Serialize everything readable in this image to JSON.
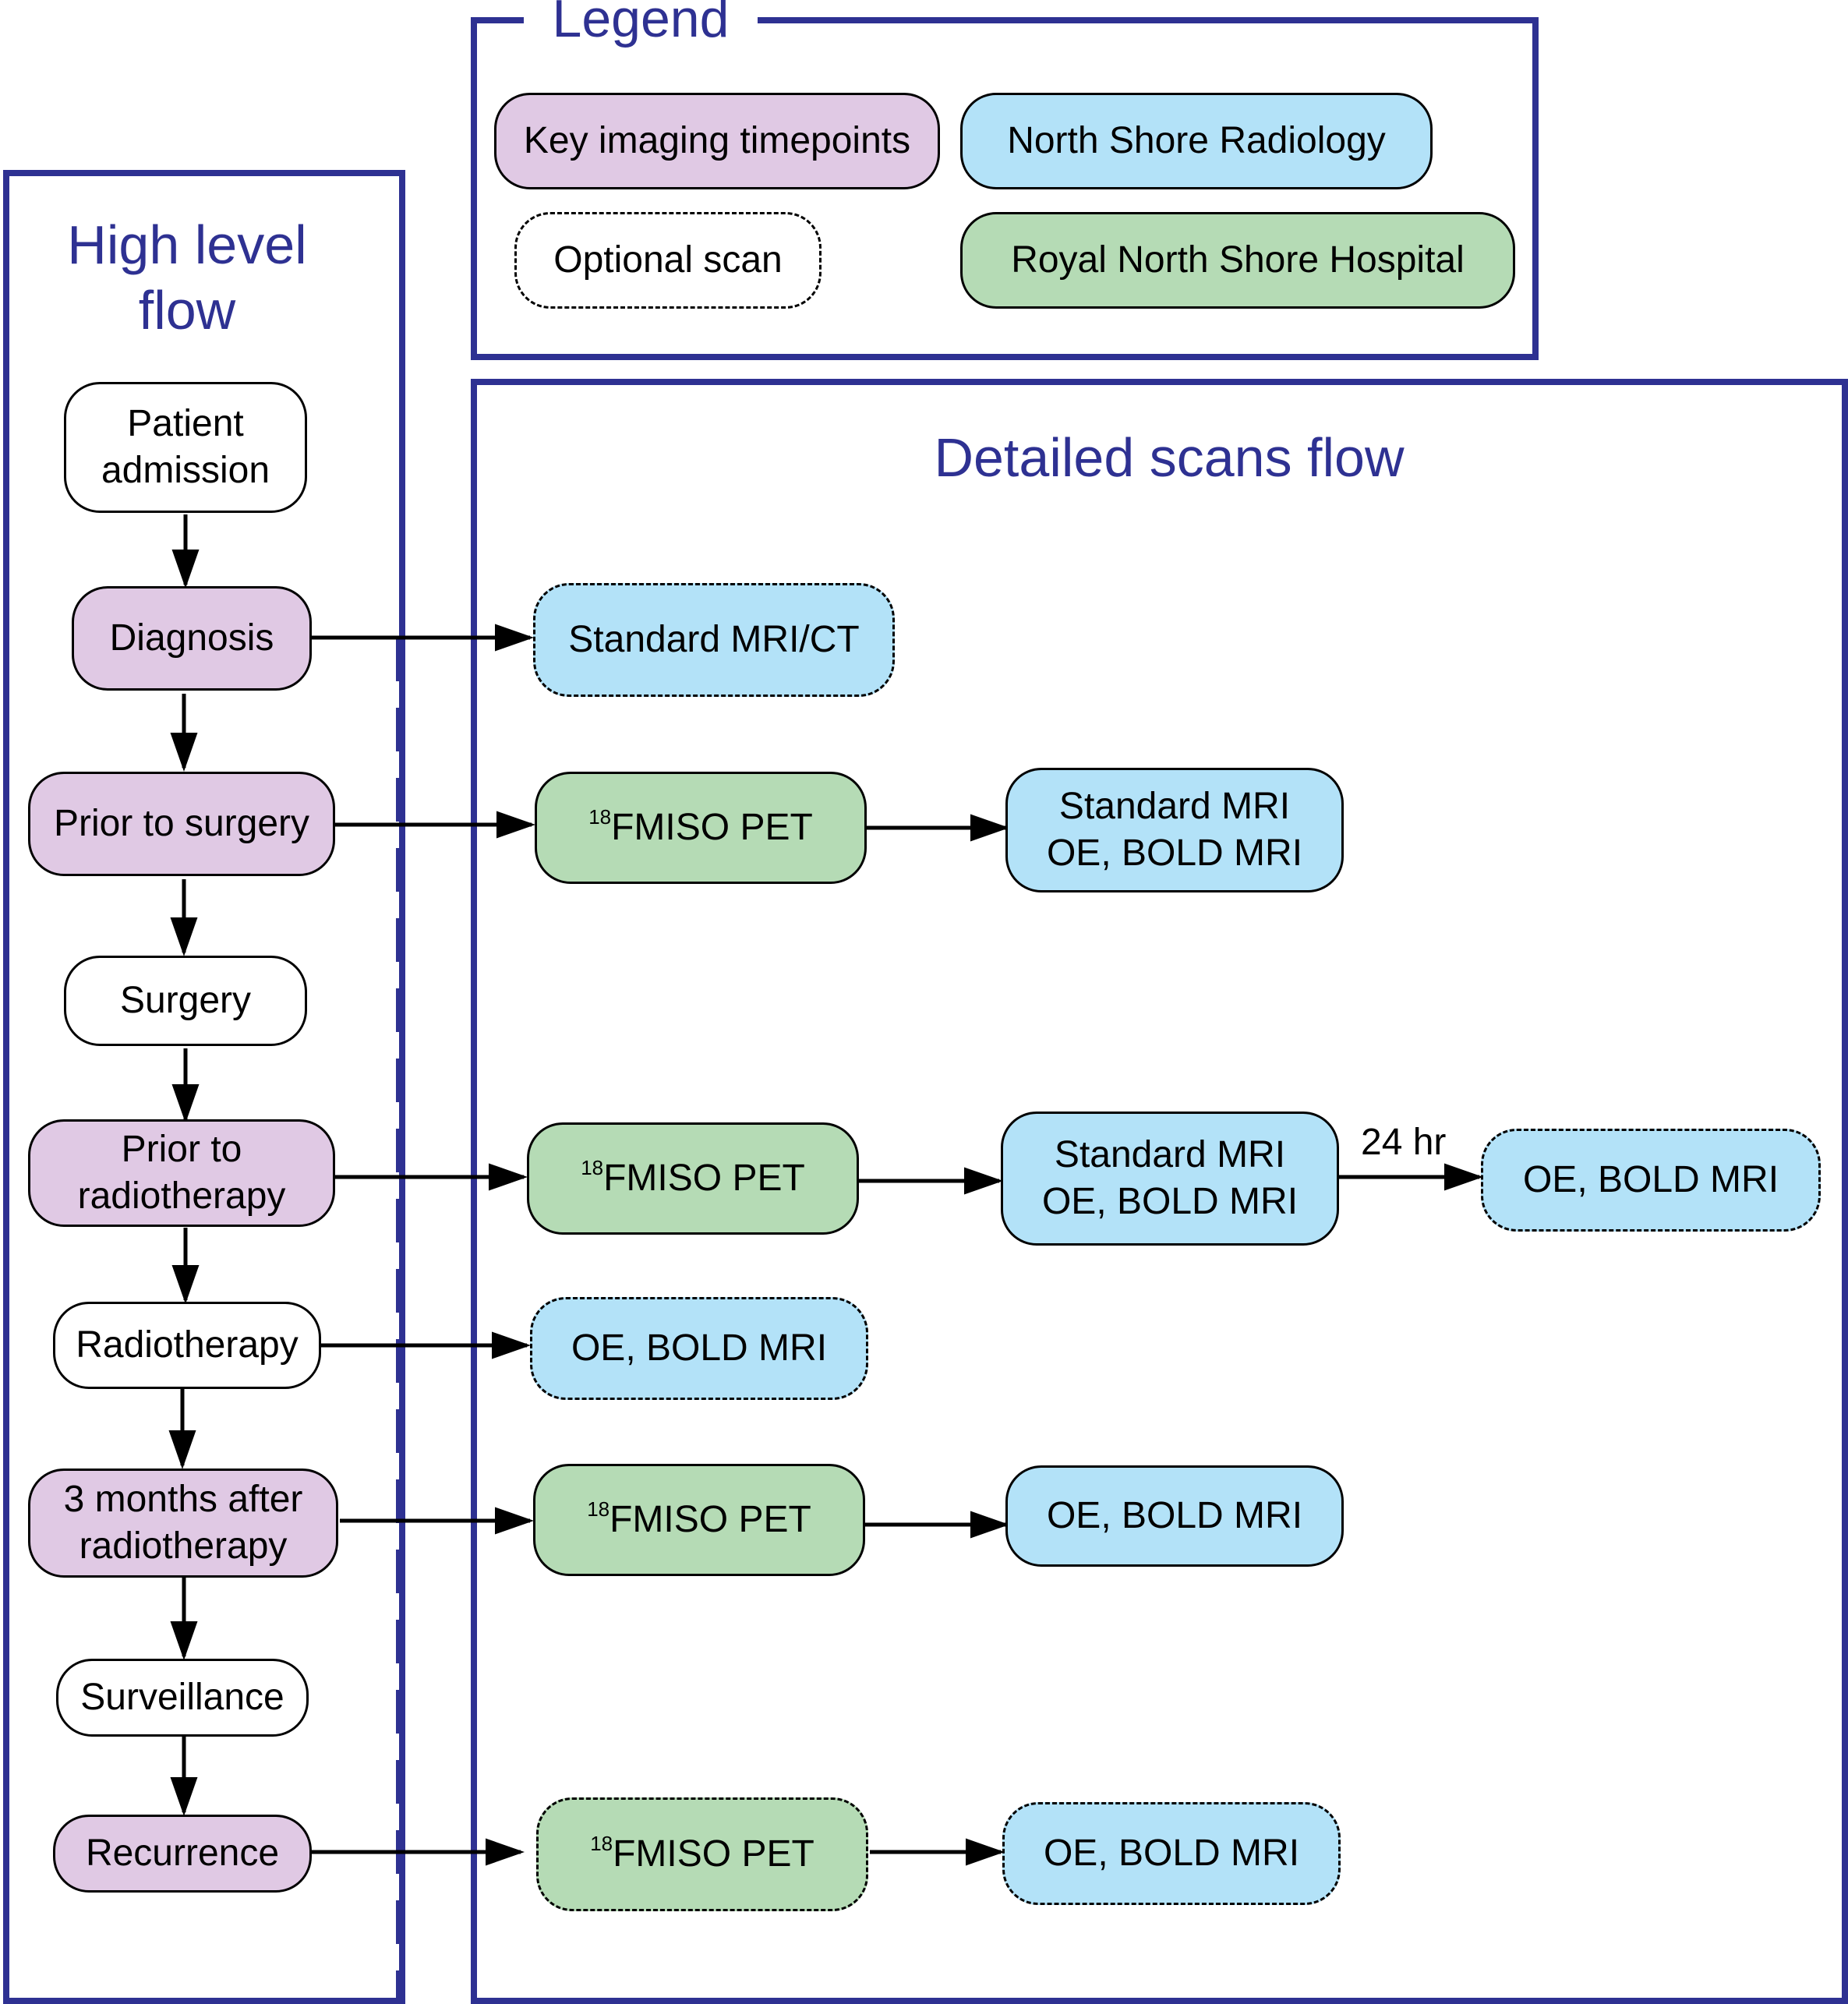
{
  "legend": {
    "title": "Legend",
    "key_imaging": "Key imaging timepoints",
    "north_shore_radiology": "North Shore Radiology",
    "optional_scan": "Optional scan",
    "royal_north_shore": "Royal North Shore Hospital"
  },
  "high_level": {
    "title": "High level\nflow",
    "patient_admission": "Patient\nadmission",
    "diagnosis": "Diagnosis",
    "prior_to_surgery": "Prior to surgery",
    "surgery": "Surgery",
    "prior_to_radiotherapy": "Prior to\nradiotherapy",
    "radiotherapy": "Radiotherapy",
    "three_months_after": "3 months after\nradiotherapy",
    "surveillance": "Surveillance",
    "recurrence": "Recurrence"
  },
  "detailed": {
    "title": "Detailed scans flow",
    "standard_mri_ct": "Standard MRI/CT",
    "pet_sup": "18",
    "pet_text": "FMISO PET",
    "standard_mri_oe_bold": "Standard MRI\nOE, BOLD MRI",
    "oe_bold_mri": "OE, BOLD MRI",
    "delay_24hr": "24 hr"
  },
  "colors": {
    "panel_border": "#2e3192",
    "key_imaging": "#e0c9e4",
    "north_shore_radiology": "#b3e2f8",
    "royal_north_shore": "#b5dbb5"
  }
}
